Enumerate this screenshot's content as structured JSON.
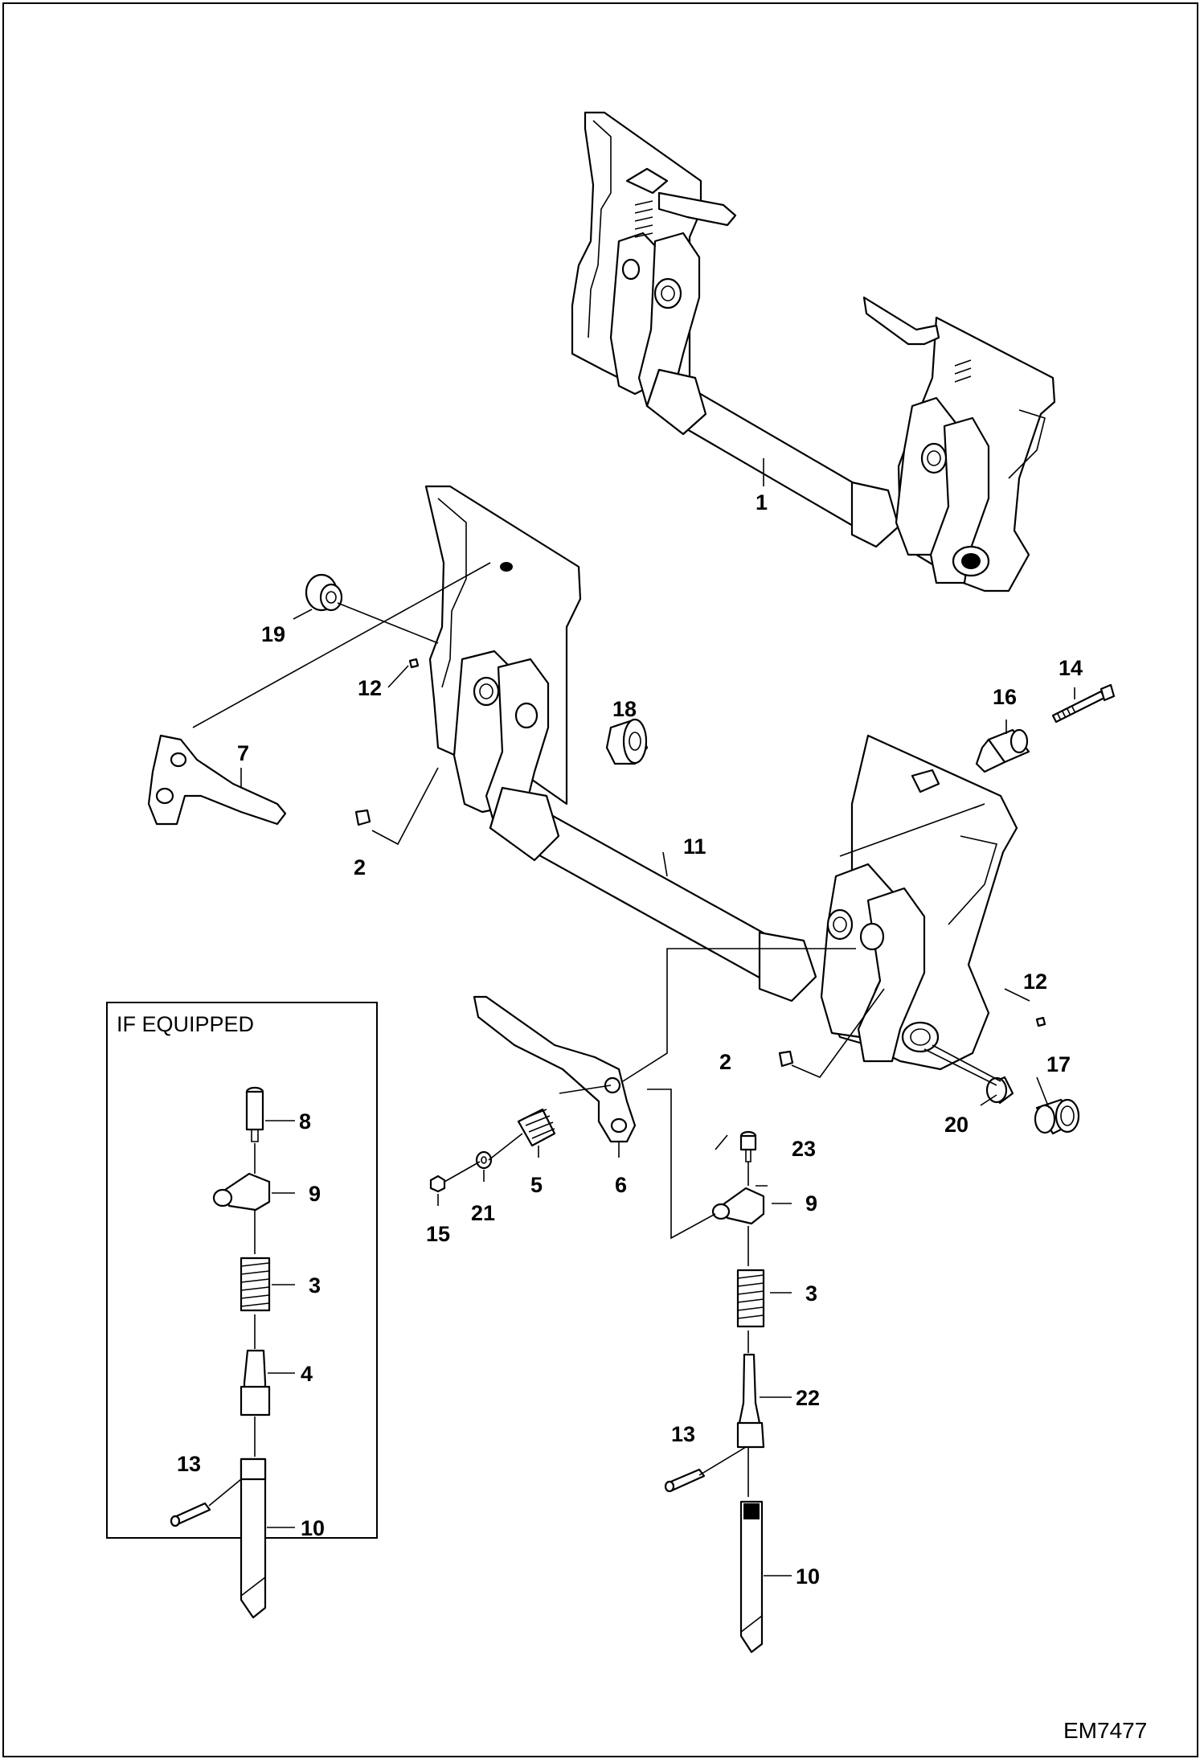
{
  "diagram": {
    "id_code": "EM7477",
    "inset_label": "IF EQUIPPED",
    "callouts": {
      "c1": "1",
      "c19": "19",
      "c12a": "12",
      "c18": "18",
      "c7": "7",
      "c2a": "2",
      "c11": "11",
      "c16": "16",
      "c14": "14",
      "c12b": "12",
      "c2b": "2",
      "c17": "17",
      "c20": "20",
      "c23": "23",
      "c9b": "9",
      "c15": "15",
      "c21": "21",
      "c5": "5",
      "c6": "6",
      "c3b": "3",
      "c22": "22",
      "c13b": "13",
      "c10b": "10",
      "c8": "8",
      "c9a": "9",
      "c3a": "3",
      "c4": "4",
      "c13a": "13",
      "c10a": "10"
    }
  }
}
